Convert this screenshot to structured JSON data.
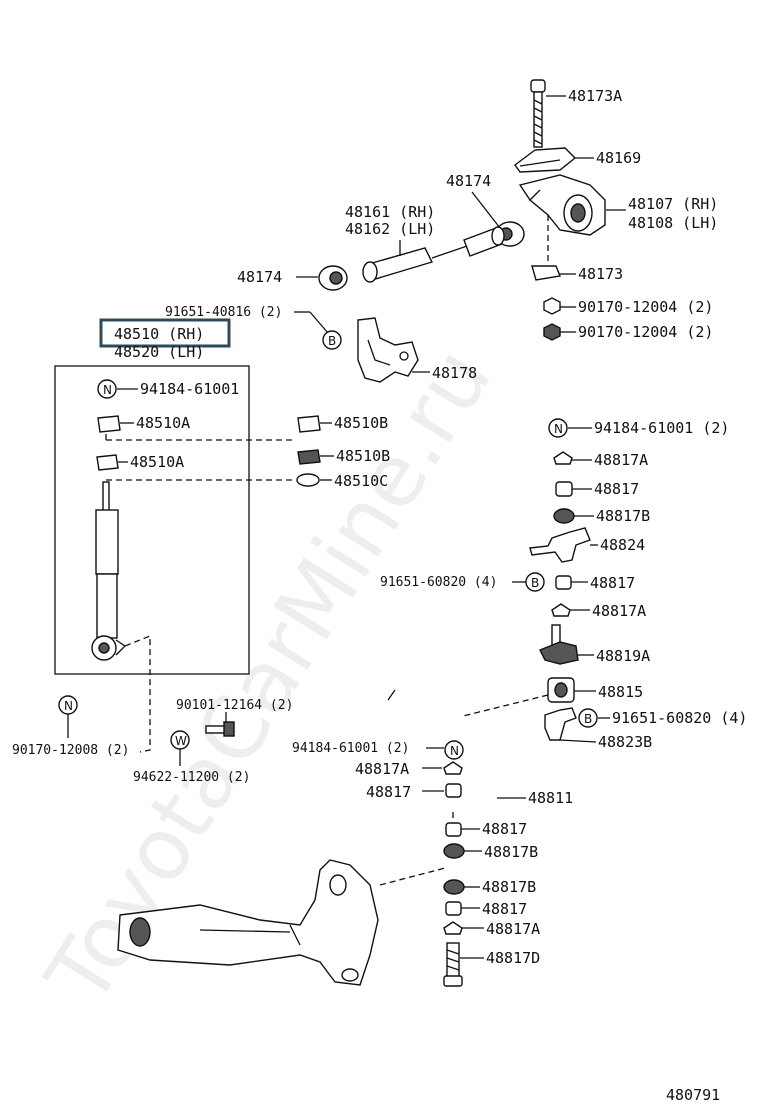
{
  "watermark": "ToyotaCarMine.ru",
  "diagram_number": "480791",
  "highlight_label": "48510 (RH)",
  "labels": {
    "p48173A": "48173A",
    "p48169": "48169",
    "p48174_top": "48174",
    "p48107": "48107 (RH)",
    "p48108": "48108 (LH)",
    "p48161": "48161 (RH)",
    "p48162": "48162 (LH)",
    "p48174_left": "48174",
    "p48173": "48173",
    "p90170a": "90170-12004 (2)",
    "p90170b": "90170-12004 (2)",
    "p91651_40816": "91651-40816 (2)",
    "p48520": "48520 (LH)",
    "p48178": "48178",
    "p94184_a": "94184-61001",
    "p48510A_1": "48510A",
    "p48510A_2": "48510A",
    "p48510B_1": "48510B",
    "p48510B_2": "48510B",
    "p48510C": "48510C",
    "p94184_b": "94184-61001 (2)",
    "p48817A_1": "48817A",
    "p48817_1": "48817",
    "p48817B_1": "48817B",
    "p48824": "48824",
    "p91651_60820_a": "91651-60820 (4)",
    "p48817_2": "48817",
    "p48817A_2": "48817A",
    "p48819A": "48819A",
    "p48815": "48815",
    "p91651_60820_b": "91651-60820 (4)",
    "p48823B": "48823B",
    "p90101": "90101-12164 (2)",
    "p90170_12008": "90170-12008 (2)",
    "p94622": "94622-11200 (2)",
    "p94184_c": "94184-61001 (2)",
    "p48817A_3": "48817A",
    "p48817_3": "48817",
    "p48811": "48811",
    "p48817_4": "48817",
    "p48817B_2": "48817B",
    "p48817B_3": "48817B",
    "p48817_5": "48817",
    "p48817A_4": "48817A",
    "p48817D": "48817D"
  },
  "symbols": {
    "N": "N",
    "B": "B",
    "W": "W"
  }
}
